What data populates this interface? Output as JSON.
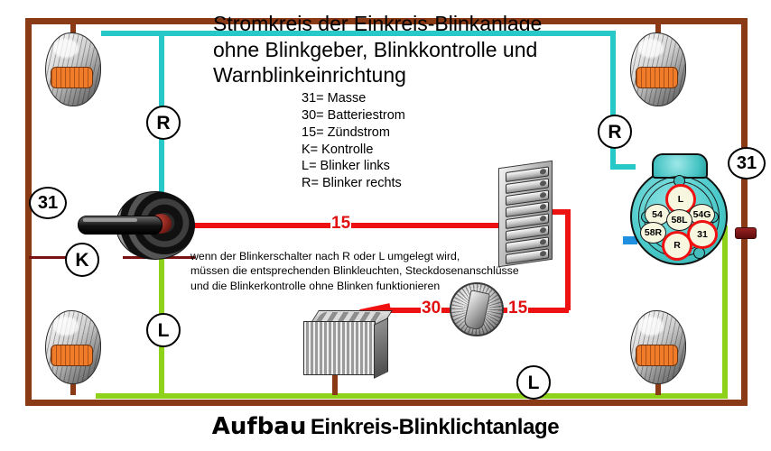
{
  "title": {
    "line1": "Stromkreis der Einkreis-Blinkanlage",
    "line2": "ohne Blinkgeber, Blinkkontrolle und",
    "line3": "Warnblinkeinrichtung"
  },
  "legend": {
    "items": [
      "31= Masse",
      "30= Batteriestrom",
      "15= Zündstrom",
      "K= Kontrolle",
      "L= Blinker links",
      "R= Blinker rechts"
    ]
  },
  "note": {
    "line1": "wenn der Blinkerschalter nach R oder L umgelegt wird,",
    "line2": "müssen die entsprechenden Blinkleuchten, Steckdosenanschlüsse",
    "line3": "und die Blinkerkontrolle ohne Blinken funktionieren"
  },
  "markers": {
    "left_ground": "31",
    "right_ground": "31",
    "top_left_right_blinker": "R",
    "top_right_right_blinker": "R",
    "bottom_left_left_blinker": "L",
    "bottom_center_left_blinker": "L",
    "control": "K"
  },
  "wire_labels": {
    "ignition_circuit": "15",
    "battery_terminal": "30",
    "ignition_out": "15"
  },
  "socket": {
    "name": "7-pin trailer socket",
    "pins": [
      {
        "label": "L",
        "highlighted": true
      },
      {
        "label": "54",
        "highlighted": false
      },
      {
        "label": "54G",
        "highlighted": false
      },
      {
        "label": "58L",
        "highlighted": false
      },
      {
        "label": "58R",
        "highlighted": false
      },
      {
        "label": "31",
        "highlighted": true
      },
      {
        "label": "R",
        "highlighted": true
      }
    ]
  },
  "caption": {
    "word1": "Aufbau",
    "word2": "Einkreis-Blinklichtanlage"
  },
  "colors": {
    "frame_brown": "#8a3a14",
    "wire_right_blinker_cyan": "#27c8c8",
    "wire_left_blinker_green": "#8fd21a",
    "wire_power_red": "#ee1111",
    "wire_ground_brown": "#8a3a14",
    "wire_control_darkred": "#7a1212",
    "socket_body": "#49c9c9",
    "lamp_lens_orange": "#f07c2a",
    "label_red": "#e01010"
  },
  "components": {
    "lamp_front_left": "blinkleuchte-front-left",
    "lamp_front_right": "blinkleuchte-front-right",
    "lamp_rear_left": "blinkleuchte-rear-left",
    "lamp_rear_right": "blinkleuchte-rear-right",
    "switch": "blinkerschalter",
    "fusebox": "sicherungskasten",
    "ignition": "zuendschloss",
    "battery": "batterie",
    "socket": "steckdose"
  }
}
